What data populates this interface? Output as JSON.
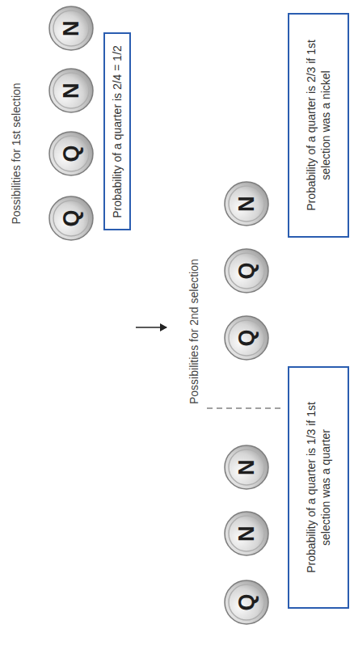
{
  "diagram": {
    "nodes": [
      {
        "text": [
          "Probability of a quarter is 2/4 = 1/2"
        ]
      },
      {
        "text": [
          "Probability of a quarter is 1/3 if 1st selection was a quarter"
        ]
      },
      {
        "text": [
          "Probability of a quarter is 2/3 if 1st selection was a nickel"
        ]
      }
    ],
    "labels": [
      "Possibilities for 1st selection",
      "Q",
      "Q",
      "N",
      "N",
      "Possibilities for 2nd selection",
      "Q",
      "N",
      "N",
      "Q",
      "Q",
      "N"
    ]
  }
}
